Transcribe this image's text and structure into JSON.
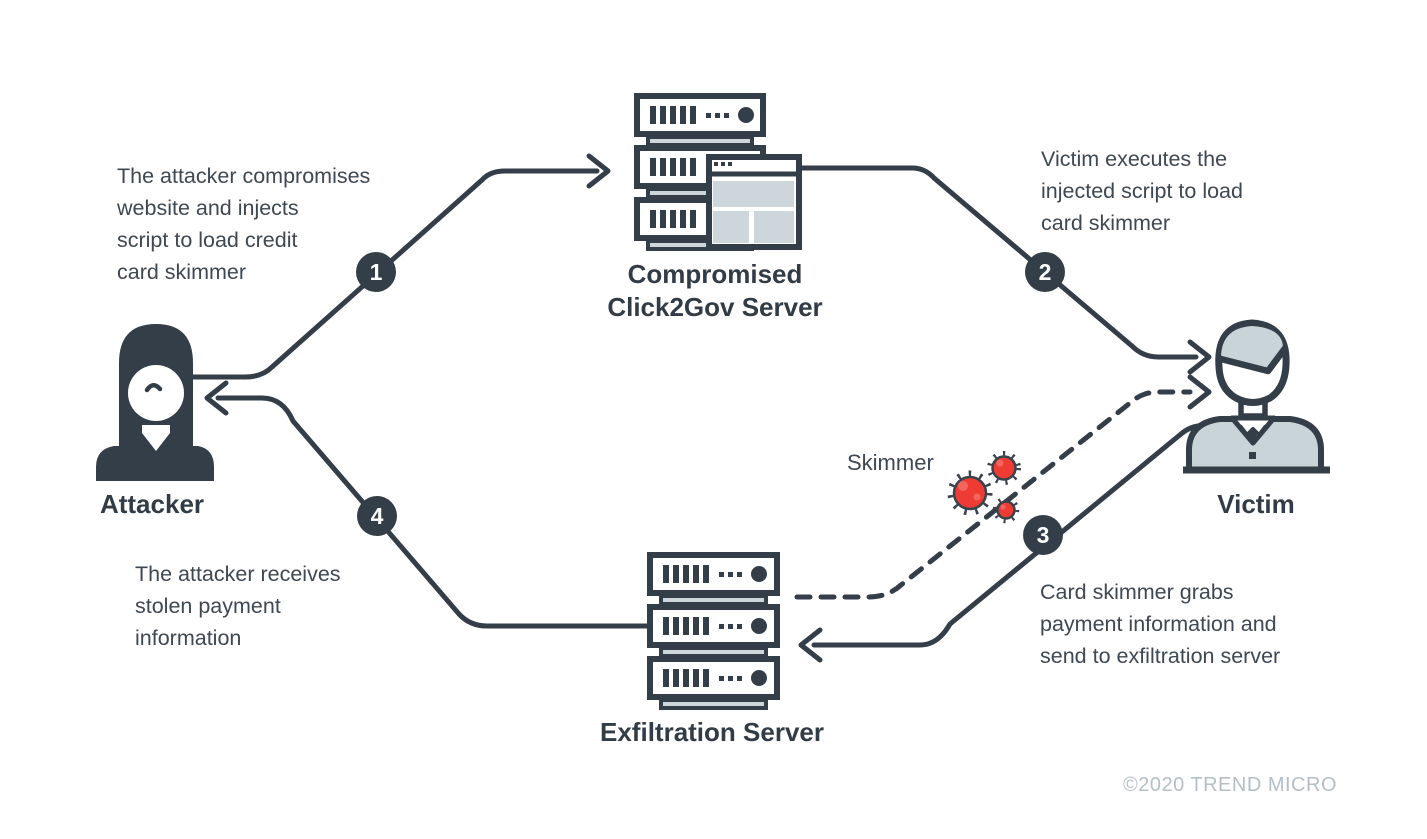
{
  "diagram": {
    "nodes": {
      "attacker": {
        "label": "Attacker"
      },
      "compromised_server": {
        "label": "Compromised\nClick2Gov Server"
      },
      "victim": {
        "label": "Victim"
      },
      "exfiltration_server": {
        "label": "Exfiltration Server"
      },
      "skimmer": {
        "label": "Skimmer"
      }
    },
    "steps": [
      {
        "number": "1",
        "text": "The attacker compromises\nwebsite and injects\nscript to load credit\ncard skimmer"
      },
      {
        "number": "2",
        "text": "Victim executes the\ninjected script to load\ncard skimmer"
      },
      {
        "number": "3",
        "text": "Card skimmer grabs\npayment information and\nsend to exfiltration server"
      },
      {
        "number": "4",
        "text": "The attacker receives\nstolen payment\ninformation"
      }
    ],
    "footer": {
      "copyright": "©2020 TREND MICRO"
    },
    "colors": {
      "dark_slate": "#333e48",
      "light_gray_blue": "#c9d4d9",
      "panel_gray_blue": "#ccd6db",
      "skimmer_red": "#ee3c35",
      "skimmer_red_light": "#f3655d",
      "copyright_gray": "#b3bfc7"
    }
  }
}
